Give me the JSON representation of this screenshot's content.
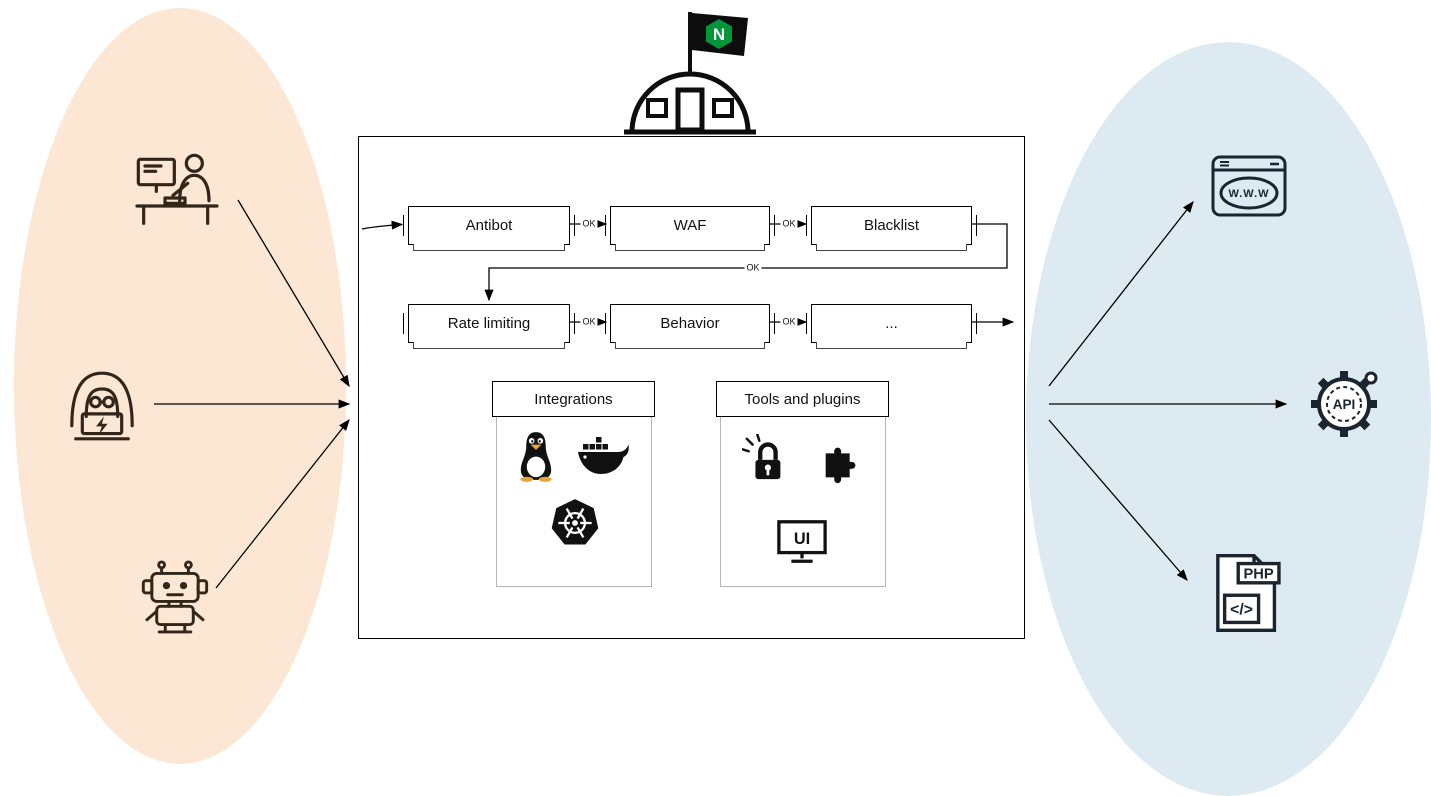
{
  "zones": {
    "sources": {
      "color": "#fce6d4"
    },
    "destinations": {
      "color": "#ddeaf2"
    }
  },
  "fortress": {
    "flag_letter": "N",
    "flag_color": "#009639"
  },
  "pipeline": {
    "ok_label": "OK",
    "row1": [
      {
        "label": "Antibot"
      },
      {
        "label": "WAF"
      },
      {
        "label": "Blacklist"
      }
    ],
    "row2": [
      {
        "label": "Rate limiting"
      },
      {
        "label": "Behavior"
      },
      {
        "label": "..."
      }
    ]
  },
  "panels": {
    "integrations": {
      "title": "Integrations"
    },
    "tools": {
      "title": "Tools and plugins",
      "ui_monitor_label": "UI"
    }
  },
  "destinations": {
    "web": {
      "label": "W.W.W"
    },
    "api": {
      "label": "API"
    },
    "php": {
      "label": "PHP",
      "code_label": "</>"
    }
  },
  "icons": {
    "sources": [
      "user-at-computer",
      "hacker-with-laptop",
      "robot-bot"
    ],
    "fortress": "bunker-with-nginx-flag",
    "integrations": [
      "linux-tux",
      "docker-whale",
      "kubernetes-wheel"
    ],
    "tools": [
      "security-lock",
      "plugin-puzzle",
      "web-ui-monitor"
    ],
    "destinations": [
      "web-browser",
      "api-gear",
      "php-file"
    ]
  },
  "colors": {
    "line": "#000000",
    "panel_border": "#b5b5b5",
    "icon_dark": "#111111"
  }
}
